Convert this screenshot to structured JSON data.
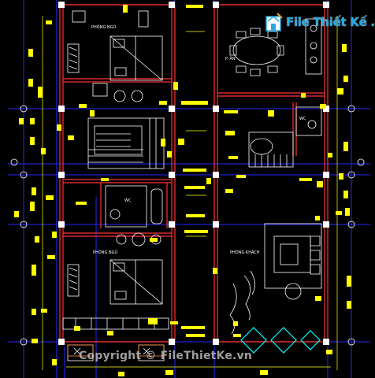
{
  "logo": {
    "text": "File Thiết Kế .vn",
    "mark_icon": "house-drawing-icon",
    "color": "#29a9e0"
  },
  "watermark": {
    "text": "Copyright © FileThietKe.vn"
  },
  "rooms": {
    "bedroom_top": "PHÒNG NGỦ",
    "dining": "P. ĂN",
    "wc_top": "WC",
    "wc_mid": "WC",
    "bedroom_bottom": "PHÒNG NGỦ",
    "living": "PHÒNG KHÁCH"
  },
  "colors": {
    "background": "#000000",
    "wall": "#ff3333",
    "grid": "#0000ff",
    "dimension": "#ffff00",
    "furniture": "#ffffff",
    "glass": "#00ffff"
  }
}
